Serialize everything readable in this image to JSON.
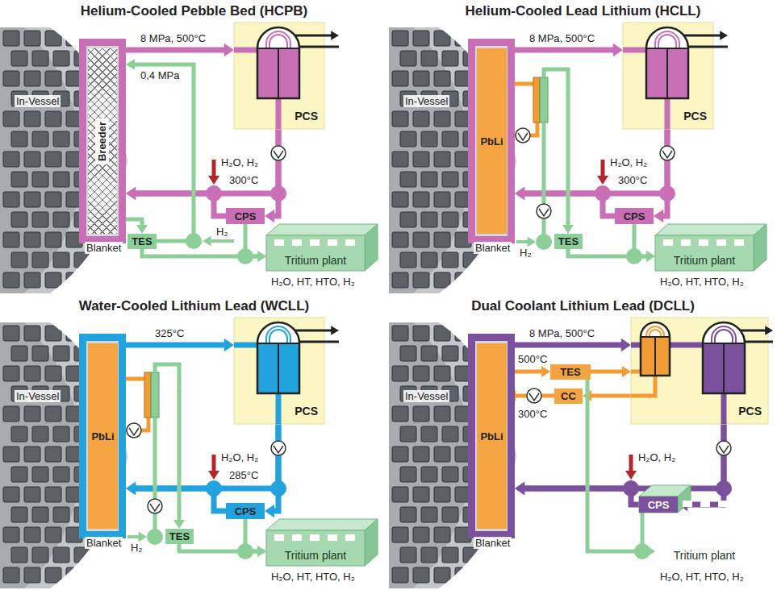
{
  "diagram": {
    "nodes": [
      {
        "text": [
          "Helium-Cooled Pebble Bed (HCPB)"
        ]
      },
      {
        "text": [
          "Blanket"
        ],
        "in": 0
      },
      {
        "text": [
          "Breeder"
        ],
        "in": 1
      },
      {
        "text": [
          "PCS"
        ],
        "in": 0
      },
      {
        "text": [
          "CPS"
        ],
        "in": 0
      },
      {
        "text": [
          "TES"
        ],
        "in": 0
      },
      {
        "text": [
          "Tritium plant"
        ],
        "in": 0
      },
      {
        "text": [
          "Helium-Cooled Lead Lithium (HCLL)"
        ]
      },
      {
        "text": [
          "Blanket"
        ],
        "in": 7
      },
      {
        "text": [
          "PbLi"
        ],
        "in": 8
      },
      {
        "text": [
          "PCS"
        ],
        "in": 7
      },
      {
        "text": [
          "CPS"
        ],
        "in": 7
      },
      {
        "text": [
          "TES"
        ],
        "in": 7
      },
      {
        "text": [
          "Tritium plant"
        ],
        "in": 7
      },
      {
        "text": [
          "Water-Cooled Lithium Lead (WCLL)"
        ]
      },
      {
        "text": [
          "Blanket"
        ],
        "in": 14
      },
      {
        "text": [
          "PbLi"
        ],
        "in": 15
      },
      {
        "text": [
          "PCS"
        ],
        "in": 14
      },
      {
        "text": [
          "CPS"
        ],
        "in": 14
      },
      {
        "text": [
          "TES"
        ],
        "in": 14
      },
      {
        "text": [
          "Tritium plant"
        ],
        "in": 14
      },
      {
        "text": [
          "Dual Coolant Lithium Lead (DCLL)"
        ]
      },
      {
        "text": [
          "Blanket"
        ],
        "in": 21
      },
      {
        "text": [
          "PbLi"
        ],
        "in": 22
      },
      {
        "text": [
          "TES"
        ],
        "in": 21
      },
      {
        "text": [
          "CC"
        ],
        "in": 21
      },
      {
        "text": [
          "PCS"
        ],
        "in": 21
      },
      {
        "text": [
          "CPS"
        ],
        "in": 21
      },
      {
        "text": [
          "Tritium plant"
        ],
        "in": 21
      }
    ],
    "edges": [
      {
        "from": 1,
        "to": 3,
        "arrow": "to",
        "label": "8 MPa, 500°C"
      },
      {
        "from": 3,
        "to": 1,
        "arrow": "to",
        "label": "300°C"
      },
      {
        "from": 3,
        "to": 4,
        "arrow": "to"
      },
      {
        "from": 4,
        "to": 1,
        "arrow": "to"
      },
      {
        "from": 1,
        "to": 5,
        "arrow": "to"
      },
      {
        "from": 5,
        "to": 1,
        "arrow": "to",
        "label": "0,4 MPa"
      },
      {
        "from": 5,
        "to": 6,
        "arrow": "to"
      },
      {
        "from": 4,
        "to": 6,
        "arrow": "to"
      },
      {
        "from": 8,
        "to": 10,
        "arrow": "to",
        "label": "8 MPa, 500°C"
      },
      {
        "from": 10,
        "to": 8,
        "arrow": "to",
        "label": "300°C"
      },
      {
        "from": 10,
        "to": 11,
        "arrow": "to"
      },
      {
        "from": 11,
        "to": 8,
        "arrow": "to"
      },
      {
        "from": 12,
        "to": 13,
        "arrow": "to"
      },
      {
        "from": 11,
        "to": 13,
        "arrow": "to"
      },
      {
        "from": 15,
        "to": 17,
        "arrow": "to",
        "label": "325°C"
      },
      {
        "from": 17,
        "to": 15,
        "arrow": "to",
        "label": "285°C"
      },
      {
        "from": 17,
        "to": 18,
        "arrow": "to"
      },
      {
        "from": 18,
        "to": 15,
        "arrow": "to"
      },
      {
        "from": 19,
        "to": 20,
        "arrow": "to"
      },
      {
        "from": 18,
        "to": 20,
        "arrow": "to"
      },
      {
        "from": 22,
        "to": 26,
        "arrow": "to",
        "label": "8 MPa, 500°C"
      },
      {
        "from": 26,
        "to": 22,
        "arrow": "to"
      },
      {
        "from": 26,
        "to": 27,
        "arrow": "to"
      },
      {
        "from": 27,
        "to": 22,
        "arrow": "to"
      },
      {
        "from": 23,
        "to": 24,
        "arrow": "to",
        "label": "500°C"
      },
      {
        "from": 24,
        "to": 26,
        "arrow": "to"
      },
      {
        "from": 26,
        "to": 25,
        "arrow": "to"
      },
      {
        "from": 25,
        "to": 23,
        "arrow": "to",
        "label": "300°C"
      },
      {
        "from": 27,
        "to": 28,
        "arrow": "to"
      },
      {
        "from": 24,
        "to": 28,
        "arrow": "to"
      }
    ],
    "labels": [
      "In-Vessel",
      "H₂O, H₂",
      "H₂",
      "H₂O, HT, HTO, H₂",
      "In-Vessel",
      "H₂O, H₂",
      "H₂",
      "H₂O, HT, HTO, H₂",
      "In-Vessel",
      "H₂O, H₂",
      "H₂",
      "H₂O, HT, HTO, H₂",
      "In-Vessel",
      "H₂O, H₂",
      "H₂O, HT, HTO, H₂"
    ]
  }
}
